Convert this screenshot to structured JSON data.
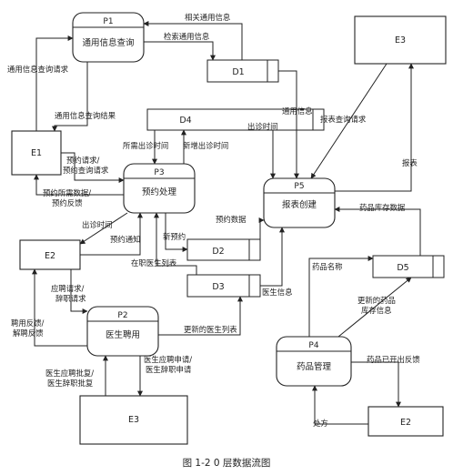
{
  "processes": {
    "p1": {
      "id": "P1",
      "name": "通用信息查询"
    },
    "p3": {
      "id": "P3",
      "name": "预约处理"
    },
    "p5": {
      "id": "P5",
      "name": "报表创建"
    },
    "p2": {
      "id": "P2",
      "name": "医生聘用"
    },
    "p4": {
      "id": "P4",
      "name": "药品管理"
    }
  },
  "entities": {
    "e1": "E1",
    "e2_left": "E2",
    "e3_top": "E3",
    "e3_bottom": "E3",
    "e2_right": "E2"
  },
  "stores": {
    "d1": "D1",
    "d2": "D2",
    "d3": "D3",
    "d4": "D4",
    "d5": "D5"
  },
  "flows": {
    "related_info": "相关通用信息",
    "retrieve_info": "检索通用信息",
    "general_query_request": "通用信息查询请求",
    "general_query_result": "通用信息查询结果",
    "general_info": "通用信息",
    "report_query_request": "报表查询请求",
    "clinic_time_to_p5": "出诊时间",
    "needed_clinic_time": "所需出诊时间",
    "new_clinic_time": "新增出诊时间",
    "report": "报表",
    "booking_request_1": "预约请求/",
    "booking_request_2": "预约查询请求",
    "booking_data_1": "预约所需数据/",
    "booking_data_2": "预约反馈",
    "booking_data_to_d2": "预约数据",
    "clinic_time_to_e2": "出诊时间",
    "booking_notice": "预约通知",
    "new_booking": "新预约",
    "drug_stock_data": "药品库存数据",
    "doctor_list": "在职医生列表",
    "drug_name": "药品名称",
    "apply_req_1": "应聘请求/",
    "apply_req_2": "辞职请求",
    "doctor_info": "医生信息",
    "hire_feedback_1": "聘用反馈/",
    "hire_feedback_2": "解聘反馈",
    "updated_doctor_list": "更新的医生列表",
    "updated_stock_1": "更新的药品",
    "updated_stock_2": "库存信息",
    "doctor_apply_1": "医生应聘申请/",
    "doctor_apply_2": "医生辞职申请",
    "doctor_approve_1": "医生应聘批复/",
    "doctor_approve_2": "医生辞职批复",
    "drug_io_feedback": "药品已开出反馈",
    "prescription": "处方"
  },
  "caption": "图 1-2    0 层数据流图"
}
